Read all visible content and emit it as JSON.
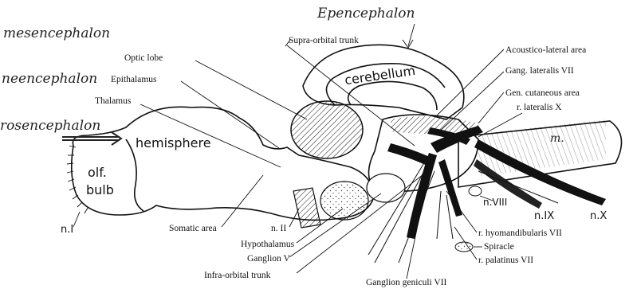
{
  "handwritten": {
    "epencephalon": "Epencephalon",
    "mesencephalon": "mesencephalon",
    "neencephalon": "neencephalon",
    "rhinencephalon": "rosencephalon"
  },
  "inner_labels": {
    "cerebellum": "cerebellum",
    "hemisphere": "hemisphere",
    "olf": "olf.",
    "bulb": "bulb",
    "nI": "n.I",
    "nVIII": "n.VIII",
    "nIX": "n.IX",
    "nX": "n.X",
    "m": "m."
  },
  "labels": {
    "optic_lobe": "Optic lobe",
    "epithalamus": "Epithalamus",
    "thalamus": "Thalamus",
    "supra_orbital_trunk": "Supra-orbital trunk",
    "acoustico_lateral_area": "Acoustico-lateral area",
    "gang_lateralis_vii": "Gang. lateralis VII",
    "gen_cutaneous_area": "Gen. cutaneous area",
    "r_lateralis_x": "r. lateralis X",
    "somatic_area": "Somatic area",
    "n_ii": "n. II",
    "hypothalamus": "Hypothalamus",
    "ganglion_v": "Ganglion V",
    "infra_orbital_trunk": "Infra-orbital trunk",
    "ganglion_geniculi_vii": "Ganglion geniculi VII",
    "r_hyomandibularis_vii": "r. hyomandibularis VII",
    "spiracle": "Spiracle",
    "r_palatinus_vii": "r. palatinus VII"
  }
}
